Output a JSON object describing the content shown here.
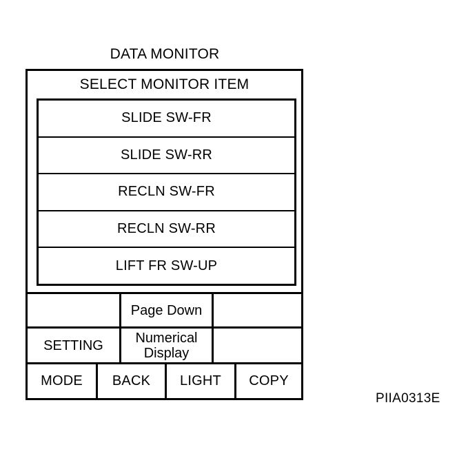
{
  "figure": {
    "caption": "PIIA0313E"
  },
  "screen": {
    "title": "DATA MONITOR",
    "header": "SELECT MONITOR ITEM",
    "monitor_items": [
      {
        "label": "SLIDE SW-FR"
      },
      {
        "label": "SLIDE SW-RR"
      },
      {
        "label": "RECLN SW-FR"
      },
      {
        "label": "RECLN SW-RR"
      },
      {
        "label": "LIFT FR SW-UP"
      }
    ],
    "soft_keys": {
      "row_page": [
        {
          "label": ""
        },
        {
          "label": "Page Down"
        },
        {
          "label": ""
        }
      ],
      "row_setting": [
        {
          "label": "SETTING"
        },
        {
          "label": "Numerical Display"
        },
        {
          "label": ""
        }
      ]
    },
    "hard_keys": [
      {
        "label": "MODE"
      },
      {
        "label": "BACK"
      },
      {
        "label": "LIGHT"
      },
      {
        "label": "COPY"
      }
    ]
  },
  "colors": {
    "ink": "#000000",
    "paper": "#ffffff"
  }
}
